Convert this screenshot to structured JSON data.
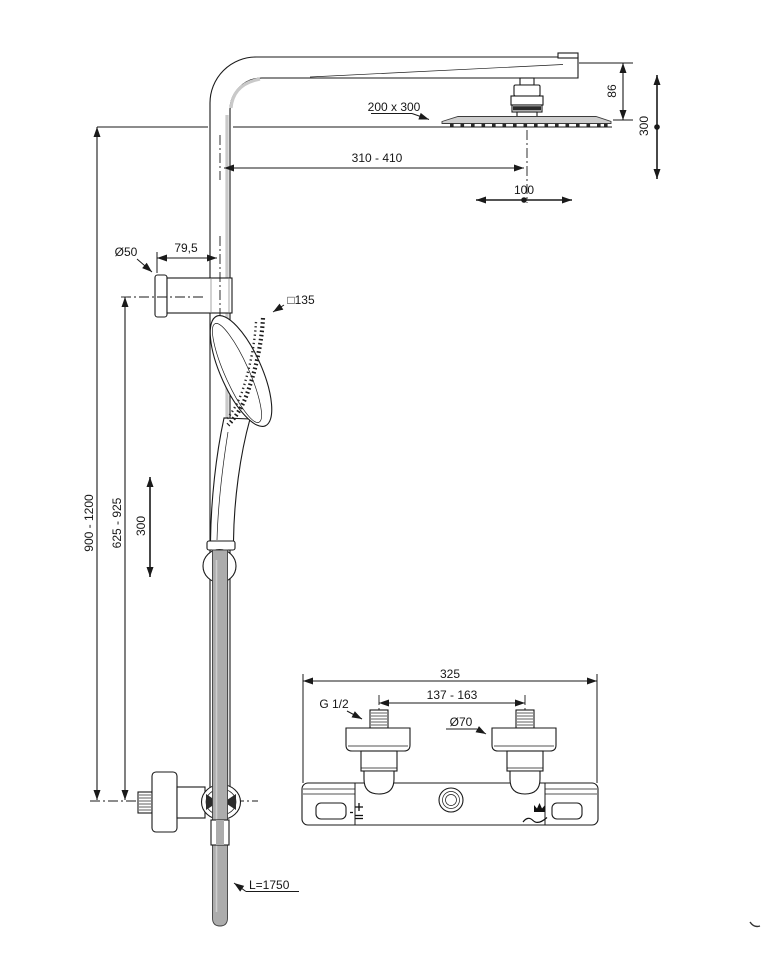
{
  "meta": {
    "type": "technical-dimension-drawing",
    "subject": "thermostatic shower system with overhead shower, hand shower and exposed mixer",
    "units": "mm"
  },
  "labels": {
    "head_plate_size": "200 x 300",
    "arm_reach_range": "310 - 410",
    "head_offset": "100",
    "head_drop": "86",
    "head_height_travel": "300",
    "bracket_diameter": "Ø50",
    "bracket_offset": "79,5",
    "handshower_size": "□135",
    "riser_height_range": "900 - 1200",
    "bracket_height_range": "625 - 925",
    "slider_travel": "300",
    "hose_length": "L=1750",
    "valve_width": "325",
    "inlet_center_range": "137 - 163",
    "inlet_thread": "G 1/2",
    "escutcheon_diameter": "Ø70"
  },
  "colors": {
    "line": "#1a1a1a",
    "background": "#ffffff",
    "part_fill": "#ffffff",
    "hose_gray": "#acacac",
    "plate_gray": "#cfcfcf",
    "nozzle_dark": "#2b2b2b"
  }
}
